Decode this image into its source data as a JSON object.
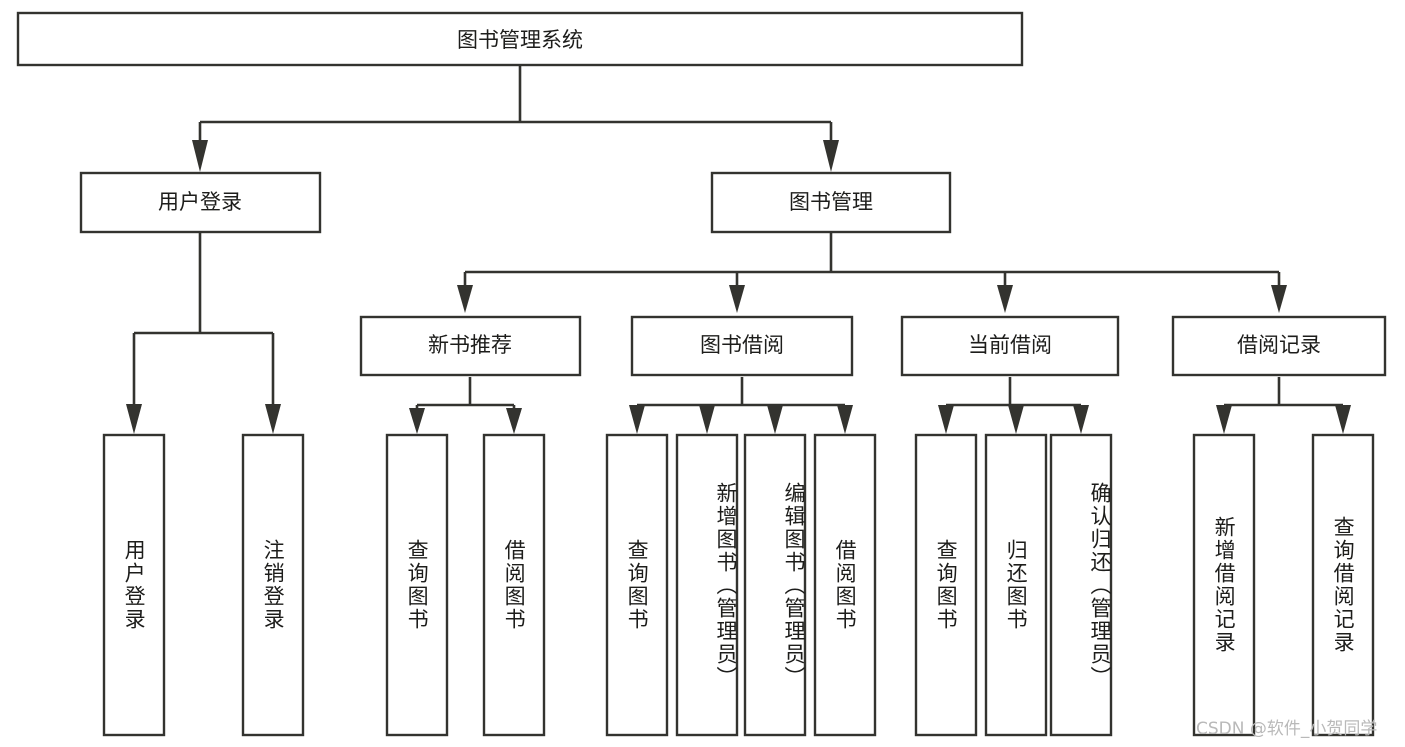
{
  "diagram": {
    "type": "tree-hierarchy-chart",
    "title": "图书管理系统",
    "colors": {
      "background": "#ffffff",
      "box_stroke": "#33332f",
      "box_fill": "#ffffff",
      "text": "#1d1d1b",
      "connector": "#33332f",
      "watermark": "#b9b9b9"
    },
    "root": {
      "label": "图书管理系统"
    },
    "level2": [
      {
        "label": "用户登录"
      },
      {
        "label": "图书管理"
      }
    ],
    "level3": [
      {
        "label": "新书推荐"
      },
      {
        "label": "图书借阅"
      },
      {
        "label": "当前借阅"
      },
      {
        "label": "借阅记录"
      }
    ],
    "leaves": {
      "user_login": [
        {
          "label": "用户登录"
        },
        {
          "label": "注销登录"
        }
      ],
      "new_book_recommend": [
        {
          "label": "查询图书"
        },
        {
          "label": "借阅图书"
        }
      ],
      "book_borrow": [
        {
          "label": "查询图书"
        },
        {
          "label": "新增图书（管理员）"
        },
        {
          "label": "编辑图书（管理员）"
        },
        {
          "label": "借阅图书"
        }
      ],
      "current_borrow": [
        {
          "label": "查询图书"
        },
        {
          "label": "归还图书"
        },
        {
          "label": "确认归还（管理员）"
        }
      ],
      "borrow_record": [
        {
          "label": "新增借阅记录"
        },
        {
          "label": "查询借阅记录"
        }
      ]
    },
    "watermark": "CSDN @软件_小贺同学"
  }
}
